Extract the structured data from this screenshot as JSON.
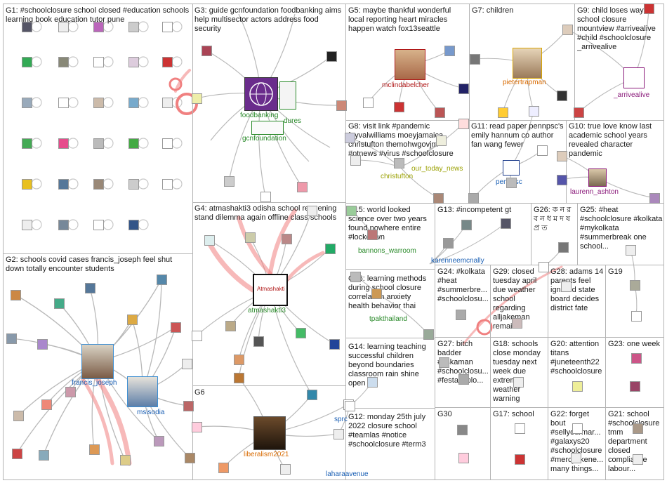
{
  "colors": {
    "edge": "#b9b9b9",
    "self_loop": "#f08080",
    "group_border": "#b4b4b4"
  },
  "groups": [
    {
      "id": "G1",
      "label": "G1: #schoolclosure school closed #education schools learning book education tutor pune"
    },
    {
      "id": "G2",
      "label": "G2: schools covid cases francis_joseph feel shut down totally encounter students"
    },
    {
      "id": "G3",
      "label": "G3: guide gcnfoundation foodbanking aims help multisector actors address food security"
    },
    {
      "id": "G4",
      "label": "G4: atmashakti3 odisha school reopening stand dilemma again offline class schools"
    },
    {
      "id": "G5",
      "label": "G5: maybe thankful wonderful local reporting heart miracles happen watch fox13seattle"
    },
    {
      "id": "G6",
      "label": "G6"
    },
    {
      "id": "G7",
      "label": "G7: children"
    },
    {
      "id": "G8",
      "label": "G8: visit link #pandemic fayvalwilliams moeyjamaica christufton themohwgovjm #otnews #virus #schoolclosure"
    },
    {
      "id": "G9",
      "label": "G9: child loses way school closure mountview #arrivealive #child #schoolclosure _arrivealive"
    },
    {
      "id": "G10",
      "label": "G10: true love know last academic school years revealed character pandemic"
    },
    {
      "id": "G11",
      "label": "G11: read paper pennpsc's emily hannum co author fan wang fewer"
    },
    {
      "id": "G12",
      "label": "G12: monday 25th july 2022 closure school #teamlas #notice #schoolclosure #term3"
    },
    {
      "id": "G13",
      "label": "G13: #incompetent gt"
    },
    {
      "id": "G14",
      "label": "G14: learning teaching successful children beyond boundaries classroom rain shine open"
    },
    {
      "id": "G15",
      "label": "G15: world looked science over two years found nowhere entire #lockdown"
    },
    {
      "id": "G16",
      "label": "G16: learning methods during school closure correlation anxiety health behavior thai"
    },
    {
      "id": "G17",
      "label": "G17: school"
    },
    {
      "id": "G18",
      "label": "G18: schools close monday tuesday next week due extreme weather warning"
    },
    {
      "id": "G19",
      "label": "G19"
    },
    {
      "id": "G20",
      "label": "G20: attention titans #juneteenth22 #schoolclosure"
    },
    {
      "id": "G21",
      "label": "G21: school #schoolclosure tmm department closed compliance labour..."
    },
    {
      "id": "G22",
      "label": "G22: forget bout #sellyourmar... #galaxys20 #schoolclosure #mercyekene... many things..."
    },
    {
      "id": "G23",
      "label": "G23: one week"
    },
    {
      "id": "G24",
      "label": "G24: #kolkata #heat #summerbre... #schoolclosu..."
    },
    {
      "id": "G25",
      "label": "G25: #heat #schoolclosure #kolkata #mykolkata #summerbreak one school..."
    },
    {
      "id": "G26",
      "label": "G26: ক ন র ব ন ধ ম দ ষ প্ৰ ত"
    },
    {
      "id": "G27",
      "label": "G27: bitch badder #askaman #schoolclosu... #festaexplo..."
    },
    {
      "id": "G28",
      "label": "G28: adams 14 parents feel ignored state board decides district fate"
    },
    {
      "id": "G29",
      "label": "G29: closed tuesday april due weather school regarding alljakeman remain..."
    },
    {
      "id": "G30",
      "label": "G30"
    }
  ],
  "names": {
    "francis_joseph": "francis_joseph",
    "msisodia": "msisodia",
    "foodbanking": "foodbanking",
    "gcnfoundation": "gcnfoundation",
    "dures": "dures",
    "atmashakti3": "atmashakti3",
    "atmashakti_logo": "Atmashakti",
    "liberalism2021": "liberalism2021",
    "laharaavenue": "laharaavenue",
    "sprc": "sprc",
    "mclindabelcher": "mclindabelcher",
    "pietertrapman": "pietertrapman",
    "arrivealive": "_arrivealive",
    "christufton": "christufton",
    "our_today_news": "our_today_news",
    "pennpsc": "pennpsc",
    "laurenn_ashton": "laurenn_ashton",
    "bannons_warroom": "bannons_warroom",
    "karenneemcnally": "karenneemcnally",
    "tpakthailand": "tpakthailand"
  }
}
